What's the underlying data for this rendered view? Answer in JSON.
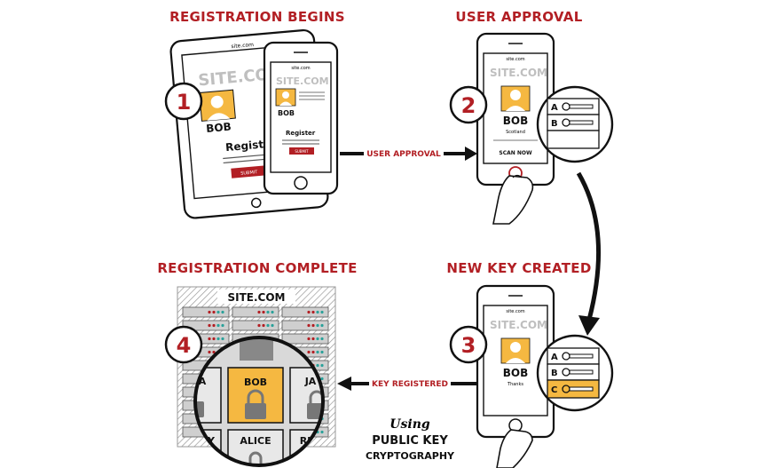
{
  "steps": [
    {
      "number": "1",
      "heading": "REGISTRATION BEGINS"
    },
    {
      "number": "2",
      "heading": "USER APPROVAL"
    },
    {
      "number": "3",
      "heading": "NEW KEY CREATED"
    },
    {
      "number": "4",
      "heading": "REGISTRATION COMPLETE"
    }
  ],
  "step1": {
    "tablet_url": "site.com",
    "tablet_site": "SITE.COM",
    "tablet_user": "BOB",
    "tablet_register": "Register",
    "tablet_submit": "SUBMIT",
    "phone_url": "site.com",
    "phone_site": "SITE.COM",
    "phone_user": "BOB",
    "phone_register": "Register",
    "phone_submit": "SUBMIT"
  },
  "step2": {
    "url": "site.com",
    "site": "SITE.COM",
    "user": "BOB",
    "sub": "Scotland",
    "scan": "SCAN NOW",
    "keys": [
      "A",
      "B"
    ]
  },
  "step3": {
    "url": "site.com",
    "site": "SITE.COM",
    "user": "BOB",
    "sub": "Thanks",
    "keys": [
      "A",
      "B",
      "C"
    ]
  },
  "step4": {
    "server_title": "SITE.COM",
    "cells": [
      "A",
      "BOB",
      "JA",
      "Y",
      "ALICE",
      "RI"
    ]
  },
  "arrows": {
    "approval": "USER APPROVAL",
    "registered": "KEY REGISTERED"
  },
  "footer": {
    "using": "Using",
    "line1": "PUBLIC KEY",
    "line2": "CRYPTOGRAPHY"
  },
  "colors": {
    "accent": "#b21f24",
    "key_yellow": "#f5b841",
    "avatar_yellow": "#f5b841",
    "server_gray": "#c9c9c9"
  }
}
